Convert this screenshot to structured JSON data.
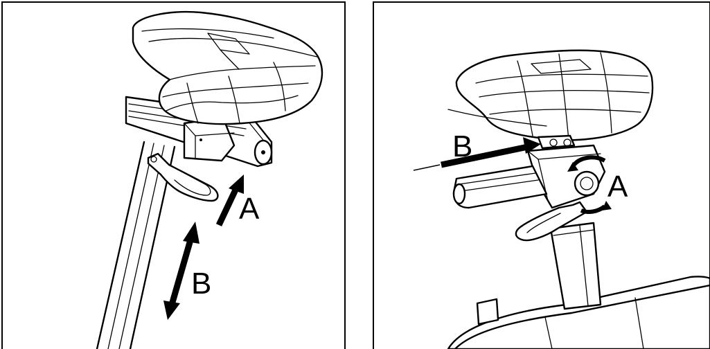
{
  "left_panel": {
    "label_a": "A",
    "label_b": "B"
  },
  "right_panel": {
    "label_a": "A",
    "label_b": "B"
  },
  "colors": {
    "line": "#000000",
    "background": "#ffffff"
  },
  "icons": [
    "seat-icon",
    "seat-post-icon",
    "lever-icon",
    "arrow-icon",
    "rotation-arrow-icon"
  ]
}
